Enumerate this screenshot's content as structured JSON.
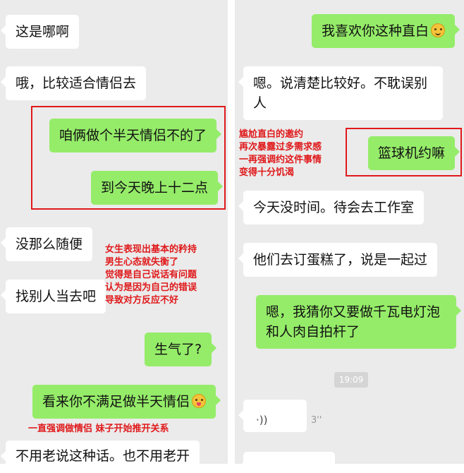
{
  "left": {
    "messages": [
      {
        "text": "这是哪啊"
      },
      {
        "text": "哦，比较适合情侣去"
      },
      {
        "text": "咱俩做个半天情侣不的了"
      },
      {
        "text": "到今天晚上十二点"
      },
      {
        "text": "没那么随便"
      },
      {
        "text": "找别人当去吧"
      },
      {
        "text": "生气了?"
      },
      {
        "text": "看来你不满足做半天情侣"
      },
      {
        "text": "不用老说这种话。也不用老开"
      }
    ],
    "annotations": {
      "a1": [
        "女生表现出基本的矜持",
        "男生心态就失衡了",
        "觉得是自己说话有问题",
        "认为是因为自己的错误",
        "导致对方反应不好"
      ],
      "a2": "一直强调做情侣  妹子开始推开关系"
    }
  },
  "right": {
    "messages": [
      {
        "text": "我喜欢你这种直白"
      },
      {
        "text": "嗯。说清楚比较好。不耽误别人"
      },
      {
        "text": "篮球机约嘛"
      },
      {
        "text": "今天没时间。待会去工作室"
      },
      {
        "text": "他们去订蛋糕了，说是一起过"
      },
      {
        "text": "嗯，我猜你又要做千瓦电灯泡和人肉自拍杆了"
      }
    ],
    "time": "19:09",
    "voice_duration": "3''",
    "annotations": [
      "尴尬直白的邀约",
      "再次暴露过多需求感",
      "一再强调约这件事情",
      "变得十分饥渴"
    ]
  }
}
